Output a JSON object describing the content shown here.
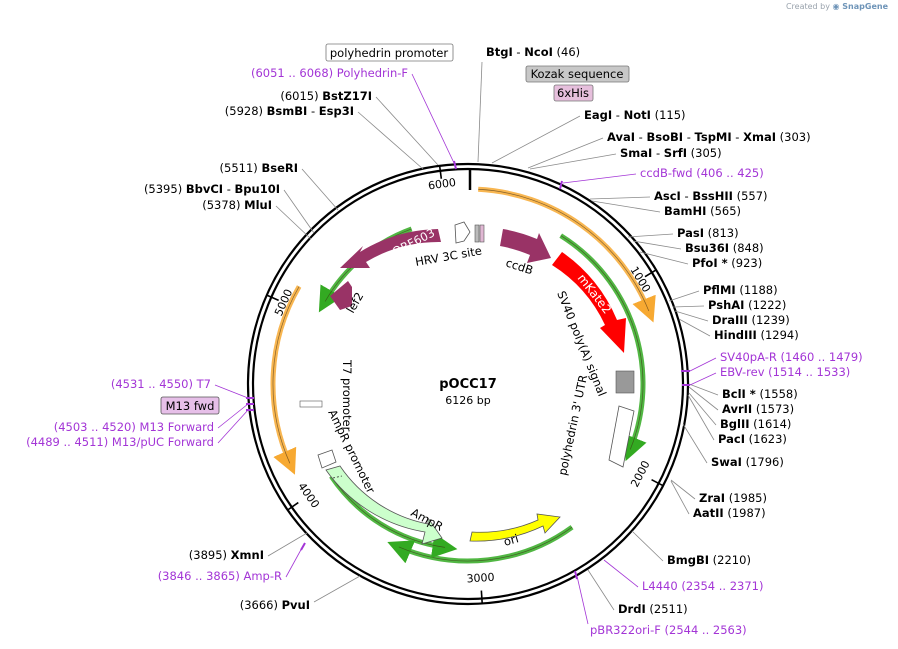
{
  "credit": {
    "prefix": "Created by",
    "brand": "SnapGene"
  },
  "plasmid": {
    "name": "pOCC17",
    "length_label": "6126 bp",
    "length": 6126
  },
  "ticks": [
    "1000",
    "2000",
    "3000",
    "4000",
    "5000",
    "6000"
  ],
  "enzyme_labels": [
    {
      "parts": [
        "BtgI",
        "NcoI"
      ],
      "pos": "(46)"
    },
    {
      "parts": [
        "EagI",
        "NotI"
      ],
      "pos": "(115)"
    },
    {
      "parts": [
        "AvaI",
        "BsoBI",
        "TspMI",
        "XmaI"
      ],
      "pos": "(303)"
    },
    {
      "parts": [
        "SmaI",
        "SrfI"
      ],
      "pos": "(305)"
    },
    {
      "parts": [
        "AscI",
        "BssHII"
      ],
      "pos": "(557)"
    },
    {
      "parts": [
        "BamHI"
      ],
      "pos": "(565)"
    },
    {
      "parts": [
        "PasI"
      ],
      "pos": "(813)"
    },
    {
      "parts": [
        "Bsu36I"
      ],
      "pos": "(848)"
    },
    {
      "parts": [
        "PfoI *"
      ],
      "pos": "(923)"
    },
    {
      "parts": [
        "PflMI"
      ],
      "pos": "(1188)"
    },
    {
      "parts": [
        "PshAI"
      ],
      "pos": "(1222)"
    },
    {
      "parts": [
        "DraIII"
      ],
      "pos": "(1239)"
    },
    {
      "parts": [
        "HindIII"
      ],
      "pos": "(1294)"
    },
    {
      "parts": [
        "BclI *"
      ],
      "pos": "(1558)"
    },
    {
      "parts": [
        "AvrII"
      ],
      "pos": "(1573)"
    },
    {
      "parts": [
        "BglII"
      ],
      "pos": "(1614)"
    },
    {
      "parts": [
        "PacI"
      ],
      "pos": "(1623)"
    },
    {
      "parts": [
        "SwaI"
      ],
      "pos": "(1796)"
    },
    {
      "parts": [
        "ZraI"
      ],
      "pos": "(1985)"
    },
    {
      "parts": [
        "AatII"
      ],
      "pos": "(1987)"
    },
    {
      "parts": [
        "BmgBI"
      ],
      "pos": "(2210)"
    },
    {
      "parts": [
        "DrdI"
      ],
      "pos": "(2511)"
    },
    {
      "parts": [
        "PvuI"
      ],
      "pos": "(3666)"
    },
    {
      "parts": [
        "XmnI"
      ],
      "pos": "(3895)"
    },
    {
      "parts": [
        "MluI"
      ],
      "pos": "(5378)"
    },
    {
      "parts": [
        "BbvCI",
        "Bpu10I"
      ],
      "pos": "(5395)"
    },
    {
      "parts": [
        "BseRI"
      ],
      "pos": "(5511)"
    },
    {
      "parts": [
        "BsmBI",
        "Esp3I"
      ],
      "pos": "(5928)"
    },
    {
      "parts": [
        "BstZ17I"
      ],
      "pos": "(6015)"
    }
  ],
  "primer_labels": [
    {
      "name": "Polyhedrin-F",
      "range": "(6051 .. 6068)"
    },
    {
      "name": "ccdB-fwd",
      "range": "(406 .. 425)"
    },
    {
      "name": "SV40pA-R",
      "range": "(1460 .. 1479)"
    },
    {
      "name": "EBV-rev",
      "range": "(1514 .. 1533)"
    },
    {
      "name": "L4440",
      "range": "(2354 .. 2371)"
    },
    {
      "name": "pBR322ori-F",
      "range": "(2544 .. 2563)"
    },
    {
      "name": "Amp-R",
      "range": "(3846 .. 3865)"
    },
    {
      "name": "T7",
      "range": "(4531 .. 4550)"
    },
    {
      "name": "M13 Forward",
      "range": "(4503 .. 4520)"
    },
    {
      "name": "M13/pUC Forward",
      "range": "(4489 .. 4511)"
    }
  ],
  "boxed_labels": {
    "polyhedrin_promoter": "polyhedrin promoter",
    "kozak": "Kozak sequence",
    "his": "6xHis",
    "m13fwd": "M13 fwd"
  },
  "features": {
    "orf603": "ORF603",
    "lef2": "lef2",
    "hrv": "HRV 3C site",
    "ccdb": "ccdB",
    "mkate2": "mKate2",
    "sv40": "SV40 poly(A) signal",
    "polyh_utr": "polyhedrin 3' UTR",
    "t7_promoter": "T7 promoter",
    "ampr_promoter": "AmpR promoter",
    "ampr": "AmpR",
    "ori": "ori"
  },
  "colors": {
    "orf": "#993366",
    "mkate2": "#ff0000",
    "ampr": "#ccffcc",
    "ori": "#ffff00",
    "primer": "#a335d6",
    "orange_arc": "#f7a932",
    "green_arc": "#33aa22"
  }
}
